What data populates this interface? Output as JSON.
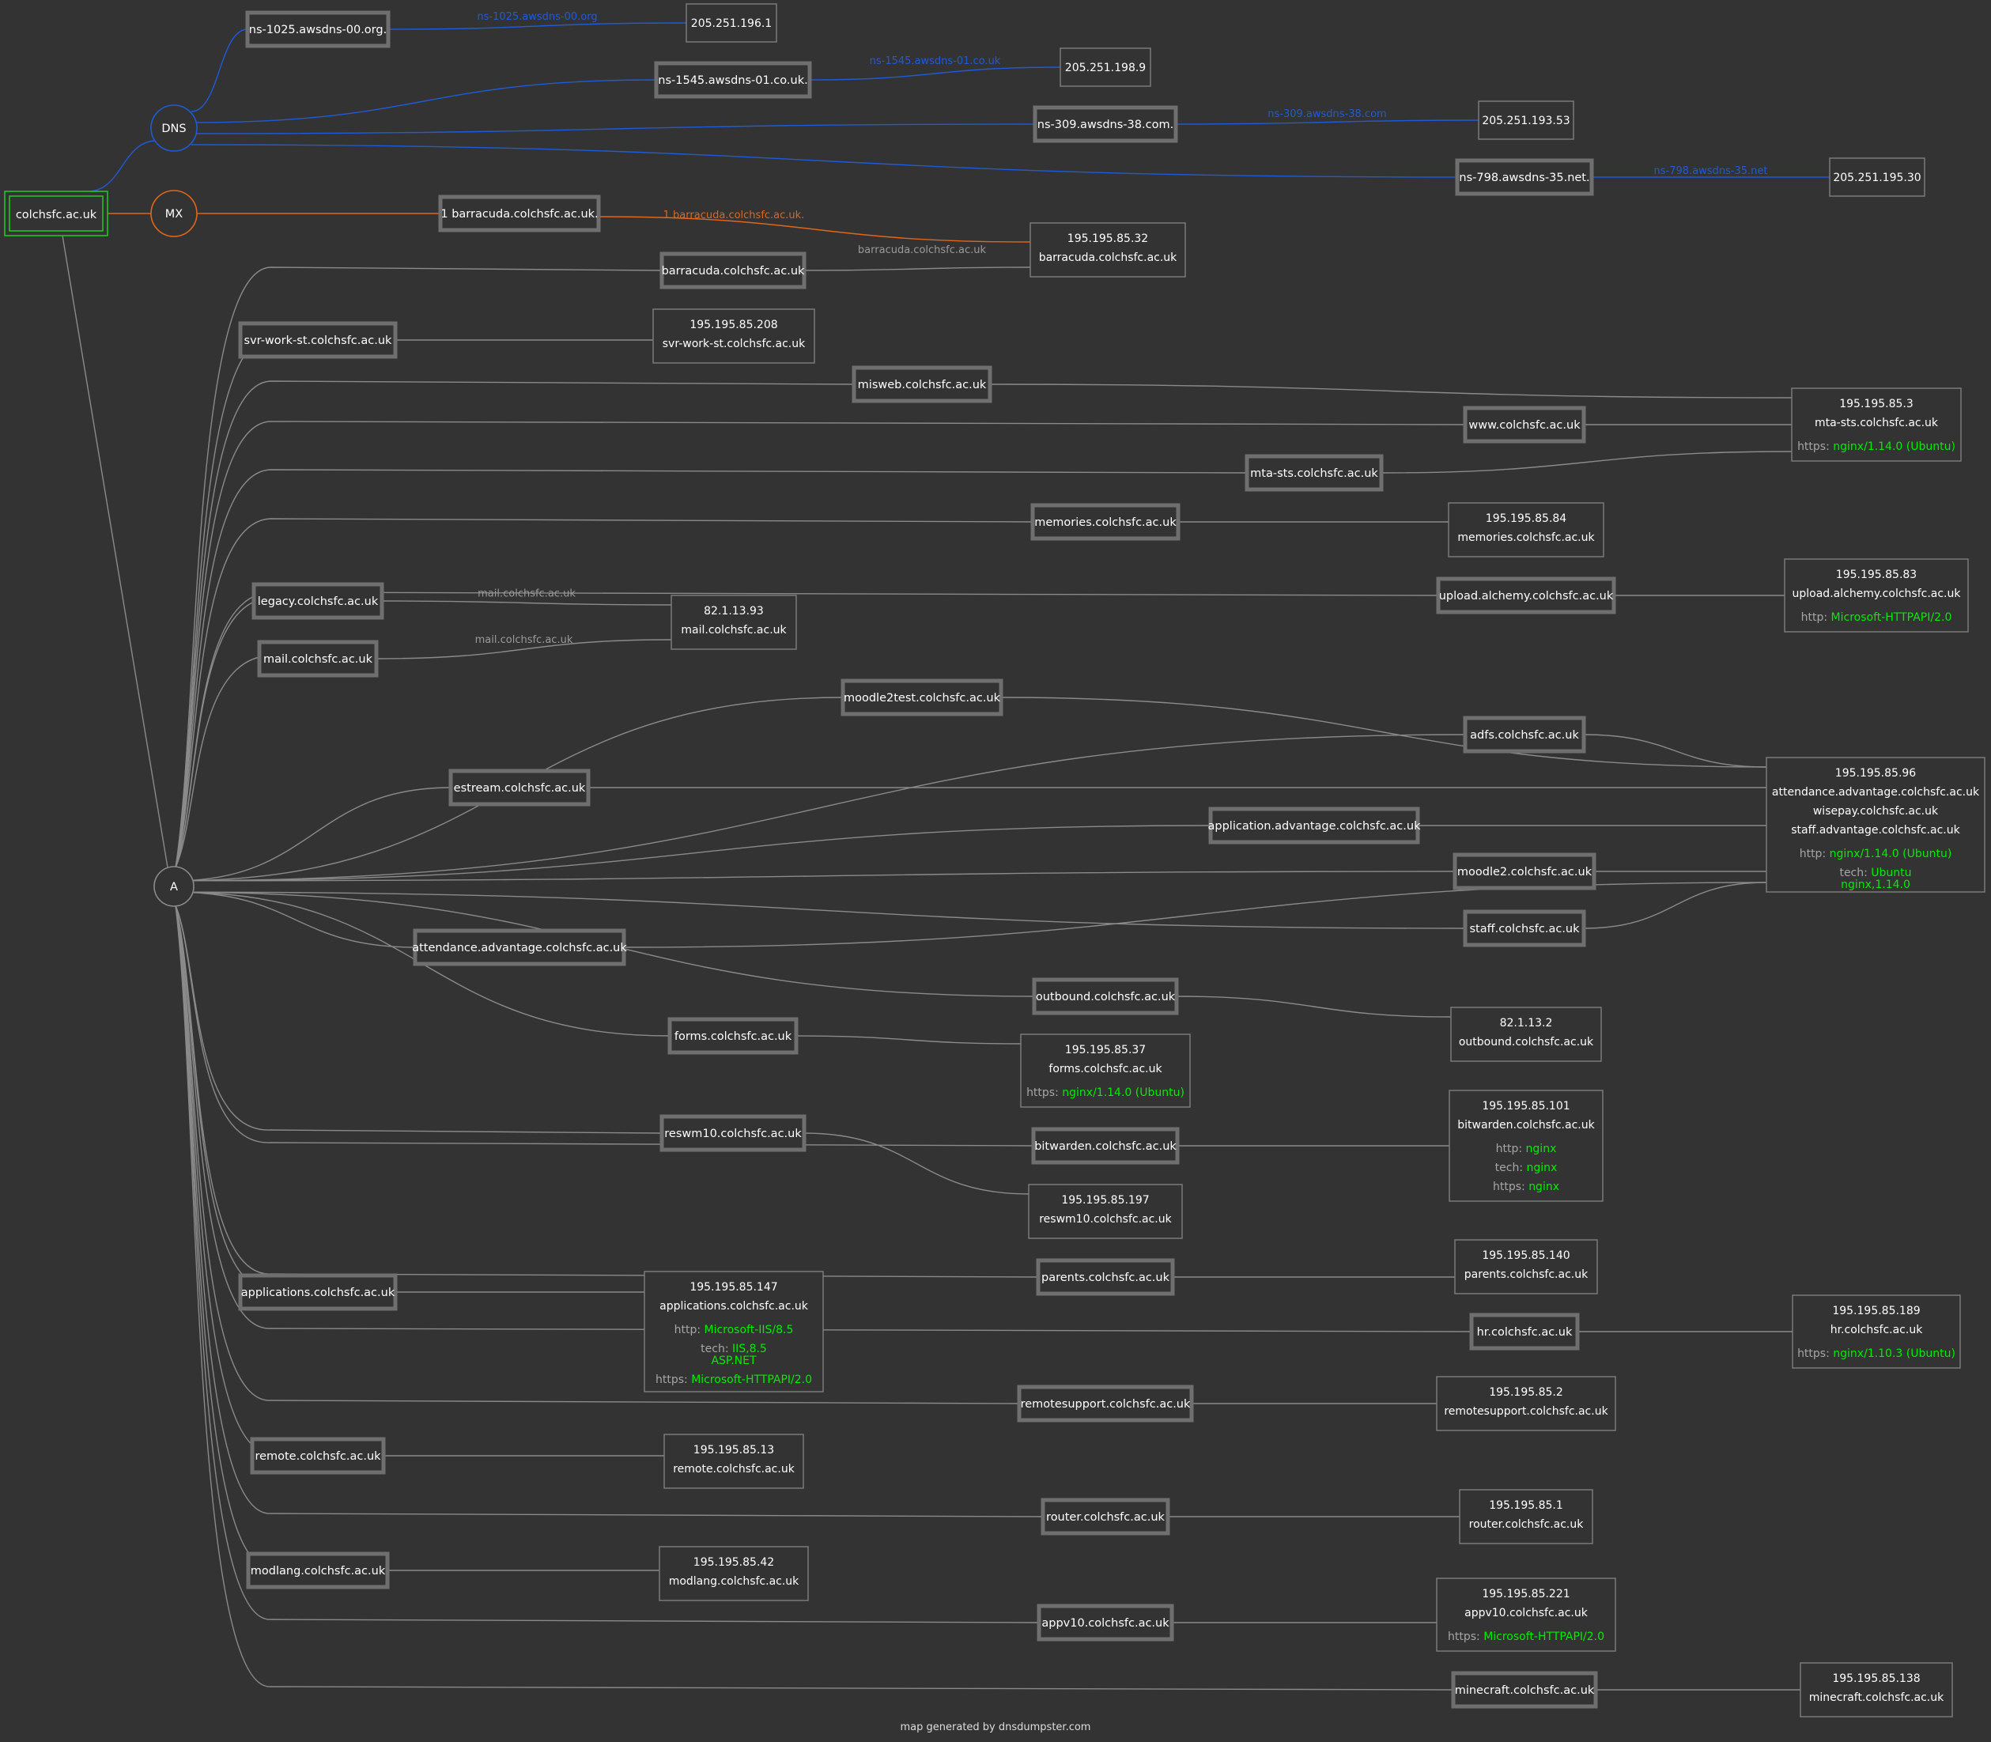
{
  "footer": "map generated by dnsdumpster.com",
  "colors": {
    "background": "#333333",
    "dns": "#1f5bd6",
    "mx": "#e0661a",
    "a": "#8a8a8a",
    "root": "#22cc22",
    "value": "#00ee00"
  },
  "root": "colchsfc.ac.uk",
  "types": {
    "dns": "DNS",
    "mx": "MX",
    "a": "A"
  },
  "ns_records": [
    {
      "name": "ns-1025.awsdns-00.org.",
      "label": "ns-1025.awsdns-00.org",
      "ip": "205.251.196.1"
    },
    {
      "name": "ns-1545.awsdns-01.co.uk.",
      "label": "ns-1545.awsdns-01.co.uk",
      "ip": "205.251.198.9"
    },
    {
      "name": "ns-309.awsdns-38.com.",
      "label": "ns-309.awsdns-38.com",
      "ip": "205.251.193.53"
    },
    {
      "name": "ns-798.awsdns-35.net.",
      "label": "ns-798.awsdns-35.net",
      "ip": "205.251.195.30"
    }
  ],
  "mx_records": [
    {
      "name": "1 barracuda.colchsfc.ac.uk.",
      "label": "1 barracuda.colchsfc.ac.uk."
    }
  ],
  "hosts": [
    {
      "name": "barracuda.colchsfc.ac.uk"
    },
    {
      "name": "svr-work-st.colchsfc.ac.uk"
    },
    {
      "name": "misweb.colchsfc.ac.uk"
    },
    {
      "name": "www.colchsfc.ac.uk"
    },
    {
      "name": "mta-sts.colchsfc.ac.uk"
    },
    {
      "name": "memories.colchsfc.ac.uk"
    },
    {
      "name": "upload.alchemy.colchsfc.ac.uk"
    },
    {
      "name": "legacy.colchsfc.ac.uk",
      "label": "mail.colchsfc.ac.uk"
    },
    {
      "name": "mail.colchsfc.ac.uk",
      "label": "mail.colchsfc.ac.uk"
    },
    {
      "name": "moodle2test.colchsfc.ac.uk"
    },
    {
      "name": "adfs.colchsfc.ac.uk"
    },
    {
      "name": "estream.colchsfc.ac.uk"
    },
    {
      "name": "application.advantage.colchsfc.ac.uk"
    },
    {
      "name": "moodle2.colchsfc.ac.uk"
    },
    {
      "name": "staff.colchsfc.ac.uk"
    },
    {
      "name": "attendance.advantage.colchsfc.ac.uk"
    },
    {
      "name": "outbound.colchsfc.ac.uk"
    },
    {
      "name": "forms.colchsfc.ac.uk"
    },
    {
      "name": "reswm10.colchsfc.ac.uk"
    },
    {
      "name": "bitwarden.colchsfc.ac.uk"
    },
    {
      "name": "parents.colchsfc.ac.uk"
    },
    {
      "name": "applications.colchsfc.ac.uk"
    },
    {
      "name": "hr.colchsfc.ac.uk"
    },
    {
      "name": "remotesupport.colchsfc.ac.uk"
    },
    {
      "name": "remote.colchsfc.ac.uk"
    },
    {
      "name": "router.colchsfc.ac.uk"
    },
    {
      "name": "modlang.colchsfc.ac.uk"
    },
    {
      "name": "appv10.colchsfc.ac.uk"
    },
    {
      "name": "minecraft.colchsfc.ac.uk"
    }
  ],
  "barracuda_edge_label": "barracuda.colchsfc.ac.uk",
  "ips": [
    {
      "id": "ip_barracuda",
      "lines": [
        "195.195.85.32",
        "barracuda.colchsfc.ac.uk"
      ],
      "banners": []
    },
    {
      "id": "ip_svr",
      "lines": [
        "195.195.85.208",
        "svr-work-st.colchsfc.ac.uk"
      ],
      "banners": []
    },
    {
      "id": "ip_3",
      "lines": [
        "195.195.85.3",
        "mta-sts.colchsfc.ac.uk"
      ],
      "banners": [
        {
          "k": "https:",
          "v": [
            "nginx/1.14.0 (Ubuntu)"
          ]
        }
      ]
    },
    {
      "id": "ip_memories",
      "lines": [
        "195.195.85.84",
        "memories.colchsfc.ac.uk"
      ],
      "banners": []
    },
    {
      "id": "ip_upload",
      "lines": [
        "195.195.85.83",
        "upload.alchemy.colchsfc.ac.uk"
      ],
      "banners": [
        {
          "k": "http:",
          "v": [
            "Microsoft-HTTPAPI/2.0"
          ]
        }
      ]
    },
    {
      "id": "ip_mail",
      "lines": [
        "82.1.13.93",
        "mail.colchsfc.ac.uk"
      ],
      "banners": []
    },
    {
      "id": "ip_96",
      "lines": [
        "195.195.85.96",
        "attendance.advantage.colchsfc.ac.uk",
        "wisepay.colchsfc.ac.uk",
        "staff.advantage.colchsfc.ac.uk"
      ],
      "banners": [
        {
          "k": "http:",
          "v": [
            "nginx/1.14.0 (Ubuntu)"
          ]
        },
        {
          "k": "tech:",
          "v": [
            "Ubuntu",
            "nginx,1.14.0"
          ]
        }
      ]
    },
    {
      "id": "ip_outbound",
      "lines": [
        "82.1.13.2",
        "outbound.colchsfc.ac.uk"
      ],
      "banners": []
    },
    {
      "id": "ip_forms",
      "lines": [
        "195.195.85.37",
        "forms.colchsfc.ac.uk"
      ],
      "banners": [
        {
          "k": "https:",
          "v": [
            "nginx/1.14.0 (Ubuntu)"
          ]
        }
      ]
    },
    {
      "id": "ip_bitwarden",
      "lines": [
        "195.195.85.101",
        "bitwarden.colchsfc.ac.uk"
      ],
      "banners": [
        {
          "k": "http:",
          "v": [
            "nginx"
          ]
        },
        {
          "k": "tech:",
          "v": [
            "nginx"
          ]
        },
        {
          "k": "https:",
          "v": [
            "nginx"
          ]
        }
      ]
    },
    {
      "id": "ip_reswm10",
      "lines": [
        "195.195.85.197",
        "reswm10.colchsfc.ac.uk"
      ],
      "banners": []
    },
    {
      "id": "ip_parents",
      "lines": [
        "195.195.85.140",
        "parents.colchsfc.ac.uk"
      ],
      "banners": []
    },
    {
      "id": "ip_applications",
      "lines": [
        "195.195.85.147",
        "applications.colchsfc.ac.uk"
      ],
      "banners": [
        {
          "k": "http:",
          "v": [
            "Microsoft-IIS/8.5"
          ]
        },
        {
          "k": "tech:",
          "v": [
            "IIS,8.5",
            "ASP.NET"
          ]
        },
        {
          "k": "https:",
          "v": [
            "Microsoft-HTTPAPI/2.0"
          ]
        }
      ]
    },
    {
      "id": "ip_hr",
      "lines": [
        "195.195.85.189",
        "hr.colchsfc.ac.uk"
      ],
      "banners": [
        {
          "k": "https:",
          "v": [
            "nginx/1.10.3 (Ubuntu)"
          ]
        }
      ]
    },
    {
      "id": "ip_remotesupport",
      "lines": [
        "195.195.85.2",
        "remotesupport.colchsfc.ac.uk"
      ],
      "banners": []
    },
    {
      "id": "ip_remote",
      "lines": [
        "195.195.85.13",
        "remote.colchsfc.ac.uk"
      ],
      "banners": []
    },
    {
      "id": "ip_router",
      "lines": [
        "195.195.85.1",
        "router.colchsfc.ac.uk"
      ],
      "banners": []
    },
    {
      "id": "ip_modlang",
      "lines": [
        "195.195.85.42",
        "modlang.colchsfc.ac.uk"
      ],
      "banners": []
    },
    {
      "id": "ip_appv10",
      "lines": [
        "195.195.85.221",
        "appv10.colchsfc.ac.uk"
      ],
      "banners": [
        {
          "k": "https:",
          "v": [
            "Microsoft-HTTPAPI/2.0"
          ]
        }
      ]
    },
    {
      "id": "ip_minecraft",
      "lines": [
        "195.195.85.138",
        "minecraft.colchsfc.ac.uk"
      ],
      "banners": []
    }
  ]
}
